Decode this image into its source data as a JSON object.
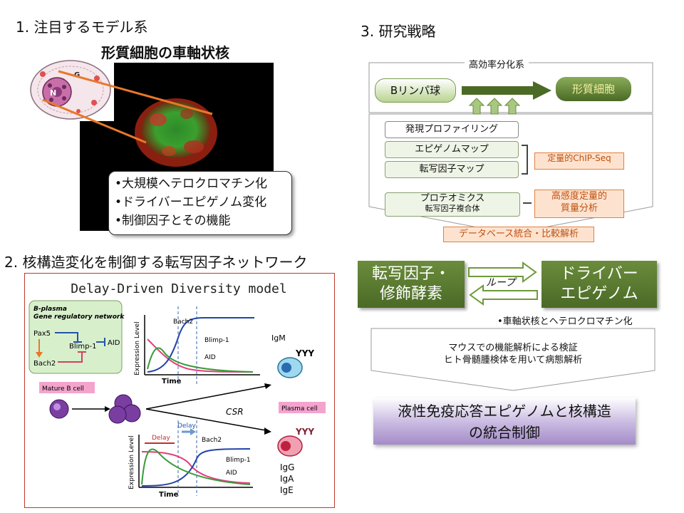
{
  "panel1": {
    "heading": "1. 注目するモデル系",
    "subtitle": "形質細胞の車軸状核",
    "diagram_labels": {
      "n": "N",
      "g": "G"
    },
    "bullets": [
      "•大規模ヘテロクロマチン化",
      "•ドライバーエピゲノム変化",
      "•制御因子とその機能"
    ]
  },
  "panel2": {
    "heading": "2. 核構造変化を制御する転写因子ネットワーク",
    "model_title": "Delay-Driven Diversity model",
    "network": {
      "title_line1": "B-plasma",
      "title_line2": "Gene regulatory network",
      "pax5": "Pax5",
      "blimp1": "Blimp-1",
      "aid": "AID",
      "bach2": "Bach2"
    },
    "top_plot": {
      "ylabel": "Expression Level",
      "xlabel": "Time",
      "bach2": "Bach2",
      "blimp1": "Blimp-1",
      "aid": "AID"
    },
    "bottom_plot": {
      "ylabel": "Expression Level",
      "xlabel": "Time",
      "delay": "Delay",
      "delay2": "Delay",
      "bach2": "Bach2",
      "blimp1": "Blimp-1",
      "aid": "AID"
    },
    "mature_b": "Mature B cell",
    "plasma": "Plasma cell",
    "csr": "CSR",
    "igm": "IgM",
    "igs": [
      "IgG",
      "IgA",
      "IgE"
    ]
  },
  "panel3": {
    "heading": "3. 研究戦略",
    "system_label": "高効率分化系",
    "b_cell": "Bリンパ球",
    "plasma_cell": "形質細胞",
    "items": [
      "発現プロファイリング",
      "エピゲノムマップ",
      "転写因子マップ"
    ],
    "proteomics_line1": "プロテオミクス",
    "proteomics_line2": "転写因子複合体",
    "chip_seq": "定量的ChIP-Seq",
    "quant_line1": "高感度定量的",
    "quant_line2": "質量分析",
    "database": "データベース統合・比較解析",
    "tf_line1": "転写因子・",
    "tf_line2": "修飾酵素",
    "loop": "ループ",
    "driver_line1": "ドライバー",
    "driver_line2": "エピゲノム",
    "heterochromatin": "•車軸状核とヘテロクロマチン化",
    "validation_line1": "マウスでの機能解析による検証",
    "validation_line2": "ヒト骨髄腫検体を用いて病態解析",
    "final_line1": "液性免疫応答エピゲノムと核構造",
    "final_line2": "の統合制御"
  },
  "colors": {
    "green_dark": "#4a6a26",
    "arrow_green": "#6e9a3a",
    "orange": "#e8782a",
    "red_border": "#c0392b",
    "purple": "#a48cc8"
  }
}
